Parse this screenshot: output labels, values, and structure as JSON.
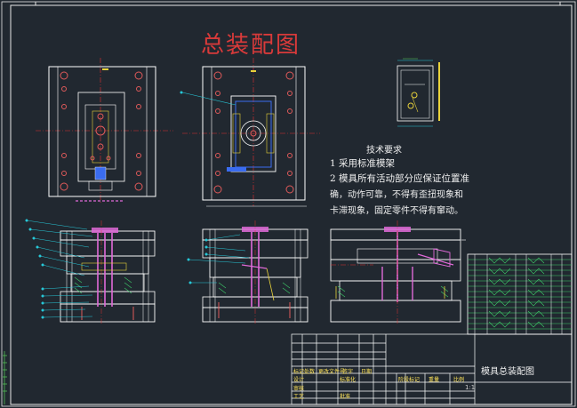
{
  "drawing": {
    "title": "总装配图",
    "tech_requirements": {
      "heading": "技术要求",
      "lines": [
        "1 采用标准模架",
        "2 模具所有活动部分应保证位置准",
        "确，动作可靠，不得有歪扭现象和",
        "卡滞现象，固定零件不得有窜动。"
      ]
    },
    "title_block": {
      "drawing_name": "模具总装配图",
      "scale": "1:1",
      "labels": [
        "标记",
        "处数",
        "更改文件号",
        "签字",
        "日期",
        "设计",
        "标准化",
        "审核",
        "工艺",
        "批准",
        "阶段标记",
        "重量",
        "比例"
      ]
    }
  },
  "colors": {
    "background": "#212830",
    "outline": "#ffffff",
    "centerline": "#e03030",
    "leader": "#27c8d8",
    "hatch": "#3ed06a",
    "bolt": "#e05a5a",
    "blue_part": "#3a6cf0",
    "magenta_part": "#e06ad8",
    "yellow_part": "#e8d23a"
  }
}
